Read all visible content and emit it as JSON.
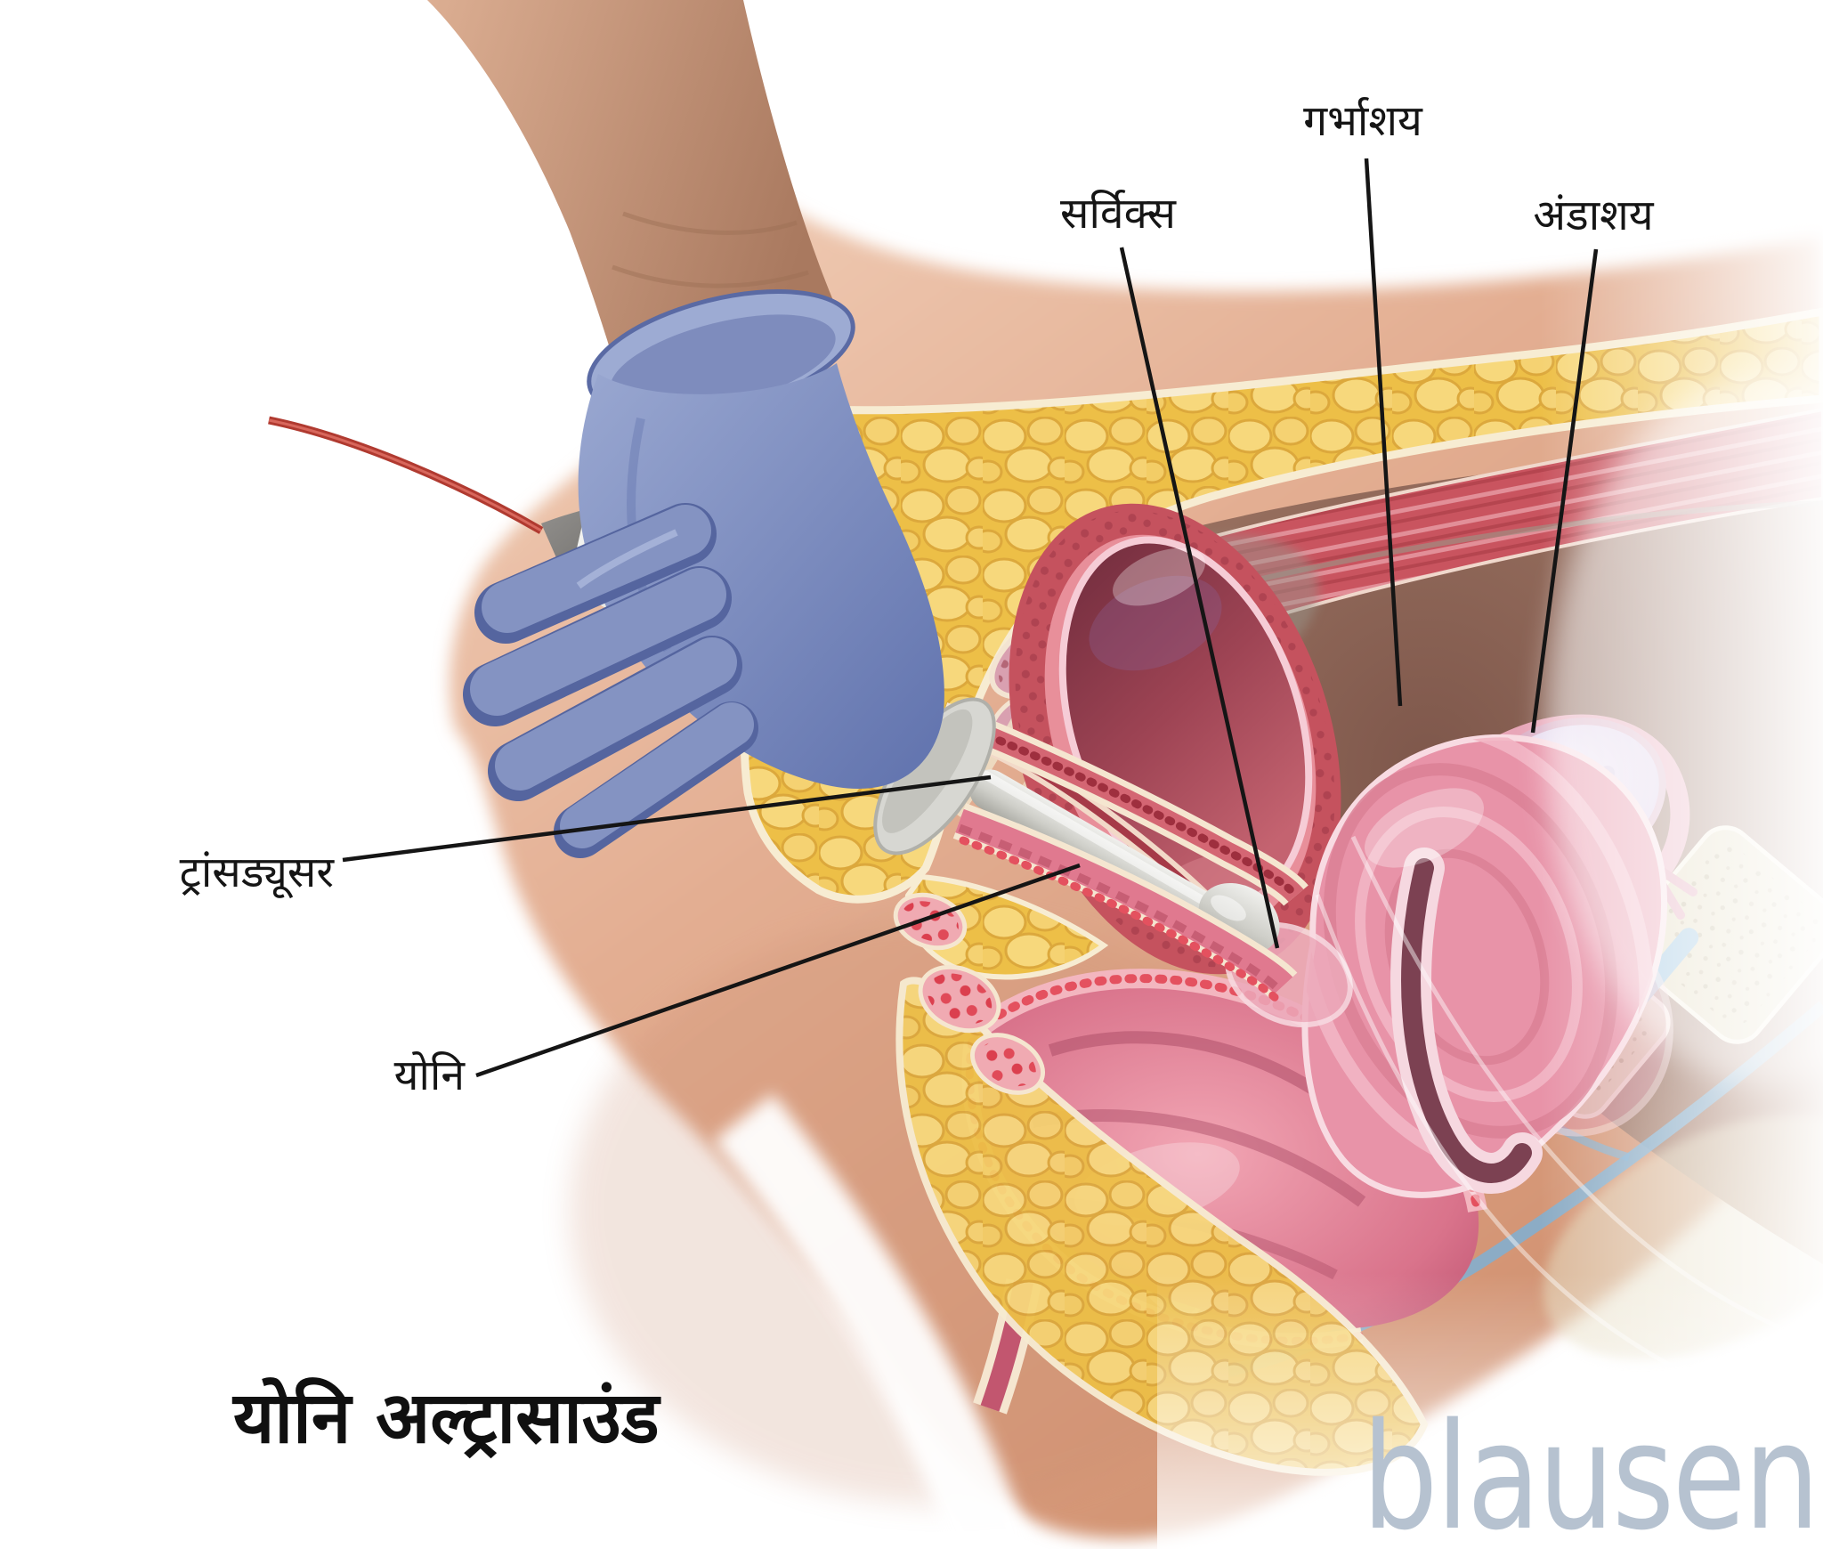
{
  "illustration": {
    "type": "medical-anatomy-diagram",
    "subject": "transvaginal-ultrasound",
    "title": "योनि अल्ट्रासाउंड",
    "brand": "blausen",
    "labels": {
      "cervix": "सर्विक्स",
      "uterus": "गर्भाशय",
      "ovary": "अंडाशय",
      "transducer": "ट्रांसड्यूसर",
      "vagina": "योनि"
    },
    "colors": {
      "background": "#ffffff",
      "label_text": "#151515",
      "leader_line": "#151515",
      "brand_logo": "#b6c2d0",
      "skin": "#e2ab90",
      "glove": "#7e8dbd",
      "probe": "#d9d9d4",
      "cable": "#b03a30",
      "fat": "#edbf47",
      "muscle": "#c9545f",
      "bladder": "#6e2b3c",
      "uterus": "#e893a8",
      "ovary": "#e7def1",
      "rectum": "#d9738b",
      "bone": "#ded3b2",
      "disc": "#7fb3d8"
    }
  }
}
